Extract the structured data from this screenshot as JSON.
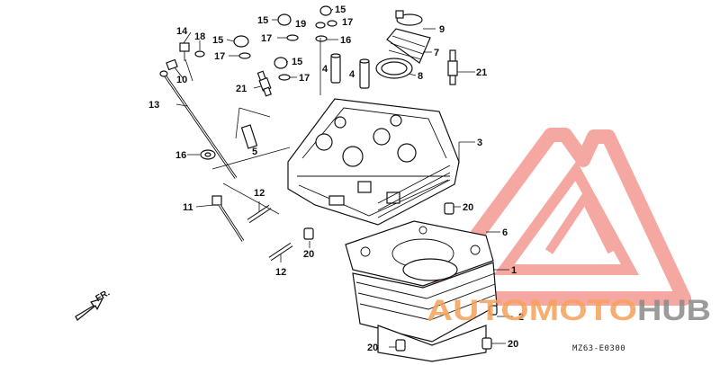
{
  "diagram": {
    "drawing_code": "MZ63-E0300",
    "front_arrow_label": "FR.",
    "callouts": [
      {
        "id": "c14",
        "text": "14"
      },
      {
        "id": "c18",
        "text": "18"
      },
      {
        "id": "c15a",
        "text": "15"
      },
      {
        "id": "c17a",
        "text": "17"
      },
      {
        "id": "c10",
        "text": "10"
      },
      {
        "id": "c13",
        "text": "13"
      },
      {
        "id": "c16a",
        "text": "16"
      },
      {
        "id": "c11",
        "text": "11"
      },
      {
        "id": "c12a",
        "text": "12"
      },
      {
        "id": "c12b",
        "text": "12"
      },
      {
        "id": "c15b",
        "text": "15"
      },
      {
        "id": "c19",
        "text": "19"
      },
      {
        "id": "c15c",
        "text": "15"
      },
      {
        "id": "c17b",
        "text": "17"
      },
      {
        "id": "c17c",
        "text": "17"
      },
      {
        "id": "c16b",
        "text": "16"
      },
      {
        "id": "c15d",
        "text": "15"
      },
      {
        "id": "c17d",
        "text": "17"
      },
      {
        "id": "c21a",
        "text": "21"
      },
      {
        "id": "c4a",
        "text": "4"
      },
      {
        "id": "c4b",
        "text": "4"
      },
      {
        "id": "c5",
        "text": "5"
      },
      {
        "id": "c9",
        "text": "9"
      },
      {
        "id": "c7",
        "text": "7"
      },
      {
        "id": "c8",
        "text": "8"
      },
      {
        "id": "c21b",
        "text": "21"
      },
      {
        "id": "c3",
        "text": "3"
      },
      {
        "id": "c20a",
        "text": "20"
      },
      {
        "id": "c20b",
        "text": "20"
      },
      {
        "id": "c6",
        "text": "6"
      },
      {
        "id": "c1",
        "text": "1"
      },
      {
        "id": "c2",
        "text": "2"
      },
      {
        "id": "c20c",
        "text": "20"
      },
      {
        "id": "c20d",
        "text": "20"
      }
    ]
  },
  "watermark": {
    "brand_part1": "AUTOMOTO",
    "brand_part2": "HUB",
    "colors": {
      "triangle": "#f28b82",
      "automoto": "#f5a25a",
      "hub": "#8a8a8a"
    }
  }
}
